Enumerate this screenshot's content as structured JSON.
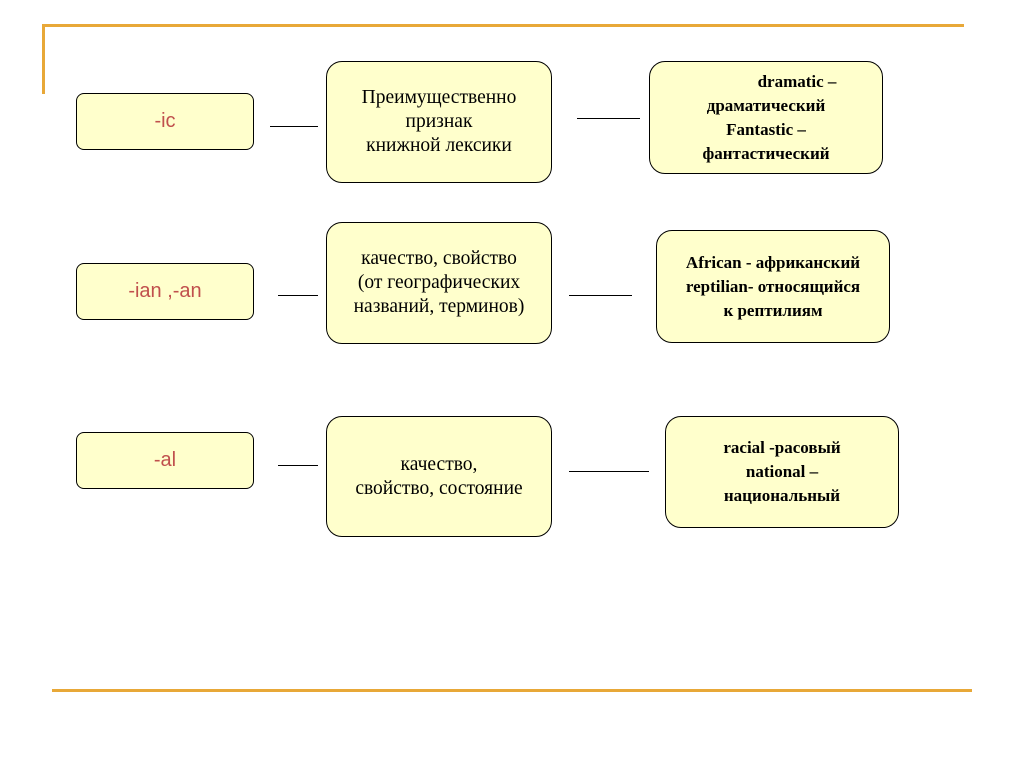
{
  "colors": {
    "frame": "#e8a838",
    "box_fill": "#ffffcc",
    "suffix_text": "#c0504d"
  },
  "rows": [
    {
      "suffix": "-ic",
      "meaning": [
        "Преимущественно",
        "признак",
        "книжной лексики"
      ],
      "examples": [
        "dramatic –",
        "драматический",
        "Fantastic –",
        "фантастический"
      ]
    },
    {
      "suffix": "-ian ,-an",
      "meaning": [
        "качество, свойство",
        "(от географических",
        "названий, терминов)"
      ],
      "examples": [
        "African - африканский",
        "reptilian- относящийся",
        "к рептилиям"
      ]
    },
    {
      "suffix": "-al",
      "meaning": [
        "качество,",
        "свойство, состояние"
      ],
      "examples": [
        "racial -расовый",
        "national –",
        "национальный"
      ]
    }
  ]
}
